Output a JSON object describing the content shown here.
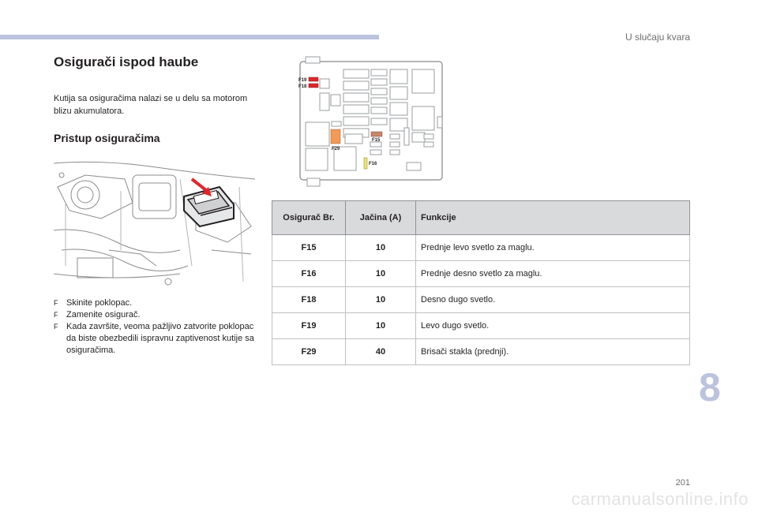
{
  "header": {
    "section": "U slučaju kvara"
  },
  "title": "Osigurači ispod haube",
  "intro": "Kutija sa osiguračima nalazi se u delu sa motorom blizu akumulatora.",
  "subheading": "Pristup osiguračima",
  "steps": [
    "Skinite poklopac.",
    "Zamenite osigurač.",
    "Kada završite, veoma pažljivo zatvorite poklopac da biste obezbedili ispravnu zaptivenost kutije sa osiguračima."
  ],
  "bullet_glyph": "F",
  "diagram_labels": {
    "f19": "F19",
    "f18": "F18",
    "f29": "F29",
    "f15": "F15",
    "f16": "F16"
  },
  "table": {
    "headers": [
      "Osigurač Br.",
      "Jačina (A)",
      "Funkcije"
    ],
    "rows": [
      {
        "fuse": "F15",
        "amps": "10",
        "function": "Prednje levo svetlo za maglu."
      },
      {
        "fuse": "F16",
        "amps": "10",
        "function": "Prednje desno svetlo za maglu."
      },
      {
        "fuse": "F18",
        "amps": "10",
        "function": "Desno dugo svetlo."
      },
      {
        "fuse": "F19",
        "amps": "10",
        "function": "Levo dugo svetlo."
      },
      {
        "fuse": "F29",
        "amps": "40",
        "function": "Brisači stakla (prednji)."
      }
    ]
  },
  "chapter_number": "8",
  "page_number": "201",
  "watermark": "carmanualsonline.info",
  "colors": {
    "accent": "#bcc3dd",
    "fuse_red": "#e0262b",
    "fuse_orange": "#f39a55",
    "fuse_brown": "#c9866a",
    "fuse_yellow": "#ece66a"
  }
}
